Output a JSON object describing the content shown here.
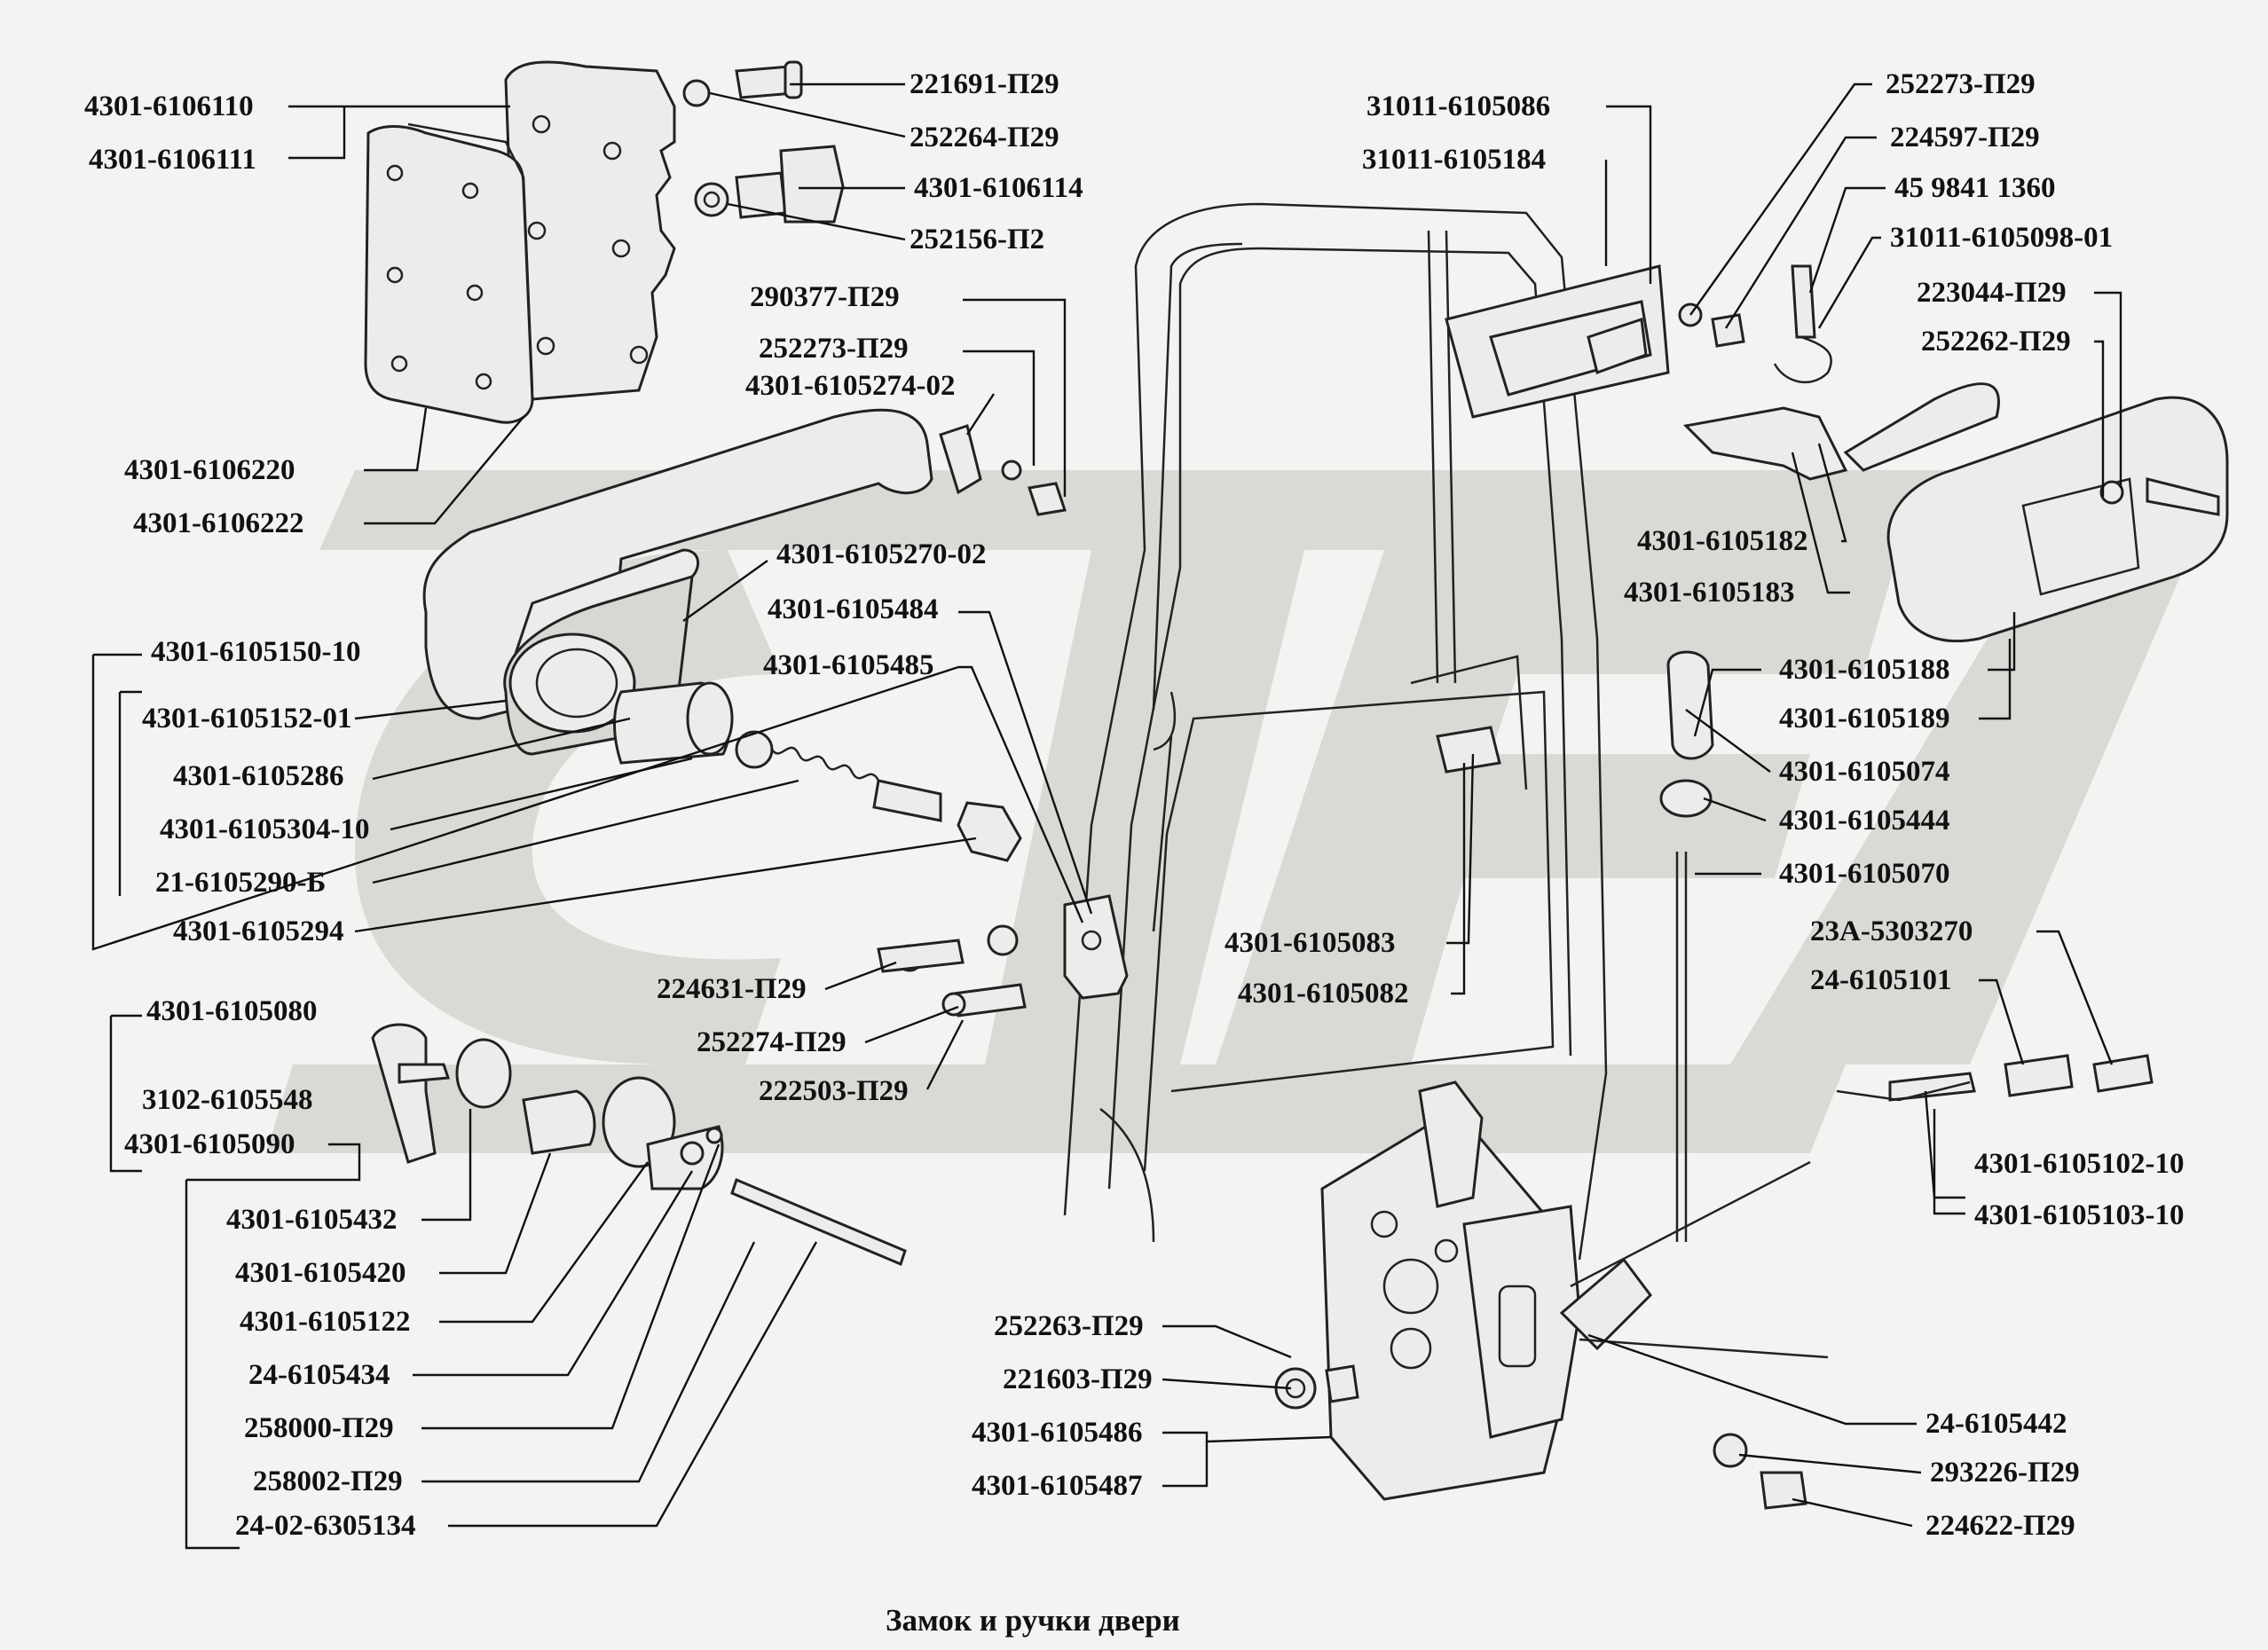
{
  "caption": "Замок и ручки двери",
  "labels": [
    {
      "id": "4301-6106110",
      "text": "4301-6106110"
    },
    {
      "id": "4301-6106111",
      "text": "4301-6106111"
    },
    {
      "id": "221691-P29",
      "text": "221691-П29"
    },
    {
      "id": "252264-P29",
      "text": "252264-П29"
    },
    {
      "id": "4301-6106114",
      "text": "4301-6106114"
    },
    {
      "id": "252156-P2",
      "text": "252156-П2"
    },
    {
      "id": "290377-P29",
      "text": "290377-П29"
    },
    {
      "id": "252273-P29-a",
      "text": "252273-П29"
    },
    {
      "id": "4301-6105274-02",
      "text": "4301-6105274-02"
    },
    {
      "id": "4301-6106220",
      "text": "4301-6106220"
    },
    {
      "id": "4301-6106222",
      "text": "4301-6106222"
    },
    {
      "id": "4301-6105270-02",
      "text": "4301-6105270-02"
    },
    {
      "id": "4301-6105484",
      "text": "4301-6105484"
    },
    {
      "id": "4301-6105485",
      "text": "4301-6105485"
    },
    {
      "id": "4301-6105150-10",
      "text": "4301-6105150-10"
    },
    {
      "id": "4301-6105152-01",
      "text": "4301-6105152-01"
    },
    {
      "id": "4301-6105286",
      "text": "4301-6105286"
    },
    {
      "id": "4301-6105304-10",
      "text": "4301-6105304-10"
    },
    {
      "id": "21-6105290-B",
      "text": "21-6105290-Б"
    },
    {
      "id": "4301-6105294",
      "text": "4301-6105294"
    },
    {
      "id": "224631-P29",
      "text": "224631-П29"
    },
    {
      "id": "252274-P29",
      "text": "252274-П29"
    },
    {
      "id": "222503-P29",
      "text": "222503-П29"
    },
    {
      "id": "4301-6105080",
      "text": "4301-6105080"
    },
    {
      "id": "3102-6105548",
      "text": "3102-6105548"
    },
    {
      "id": "4301-6105090",
      "text": "4301-6105090"
    },
    {
      "id": "4301-6105432",
      "text": "4301-6105432"
    },
    {
      "id": "4301-6105420",
      "text": "4301-6105420"
    },
    {
      "id": "4301-6105122",
      "text": "4301-6105122"
    },
    {
      "id": "24-6105434",
      "text": "24-6105434"
    },
    {
      "id": "258000-P29",
      "text": "258000-П29"
    },
    {
      "id": "258002-P29",
      "text": "258002-П29"
    },
    {
      "id": "24-02-6305134",
      "text": "24-02-6305134"
    },
    {
      "id": "31011-6105086",
      "text": "31011-6105086"
    },
    {
      "id": "31011-6105184",
      "text": "31011-6105184"
    },
    {
      "id": "252273-P29-b",
      "text": "252273-П29"
    },
    {
      "id": "224597-P29",
      "text": "224597-П29"
    },
    {
      "id": "45-9841-1360",
      "text": "45 9841 1360"
    },
    {
      "id": "31011-6105098-01",
      "text": "31011-6105098-01"
    },
    {
      "id": "223044-P29",
      "text": "223044-П29"
    },
    {
      "id": "252262-P29",
      "text": "252262-П29"
    },
    {
      "id": "4301-6105182",
      "text": "4301-6105182"
    },
    {
      "id": "4301-6105183",
      "text": "4301-6105183"
    },
    {
      "id": "4301-6105188",
      "text": "4301-6105188"
    },
    {
      "id": "4301-6105189",
      "text": "4301-6105189"
    },
    {
      "id": "4301-6105074",
      "text": "4301-6105074"
    },
    {
      "id": "4301-6105444",
      "text": "4301-6105444"
    },
    {
      "id": "4301-6105070",
      "text": "4301-6105070"
    },
    {
      "id": "23A-5303270",
      "text": "23А-5303270"
    },
    {
      "id": "24-6105101",
      "text": "24-6105101"
    },
    {
      "id": "4301-6105083",
      "text": "4301-6105083"
    },
    {
      "id": "4301-6105082",
      "text": "4301-6105082"
    },
    {
      "id": "4301-6105102-10",
      "text": "4301-6105102-10"
    },
    {
      "id": "4301-6105103-10",
      "text": "4301-6105103-10"
    },
    {
      "id": "252263-P29",
      "text": "252263-П29"
    },
    {
      "id": "221603-P29",
      "text": "221603-П29"
    },
    {
      "id": "4301-6105486",
      "text": "4301-6105486"
    },
    {
      "id": "4301-6105487",
      "text": "4301-6105487"
    },
    {
      "id": "24-6105442",
      "text": "24-6105442"
    },
    {
      "id": "293226-P29",
      "text": "293226-П29"
    },
    {
      "id": "224622-P29",
      "text": "224622-П29"
    }
  ]
}
